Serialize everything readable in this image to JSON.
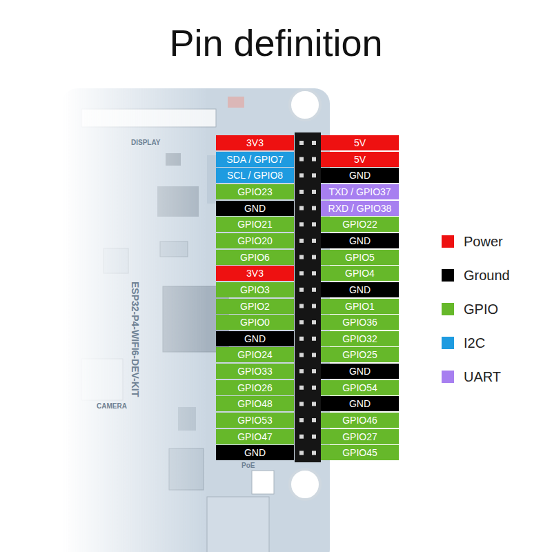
{
  "diagram": {
    "title": "Pin definition",
    "nodes": [
      {
        "text": [
          "3V3"
        ]
      },
      {
        "text": [
          "5V"
        ]
      },
      {
        "text": [
          "SDA / GPIO7"
        ]
      },
      {
        "text": [
          "5V"
        ]
      },
      {
        "text": [
          "SCL / GPIO8"
        ]
      },
      {
        "text": [
          "GND"
        ]
      },
      {
        "text": [
          "GPIO23"
        ]
      },
      {
        "text": [
          "TXD / GPIO37"
        ]
      },
      {
        "text": [
          "GND"
        ]
      },
      {
        "text": [
          "RXD / GPIO38"
        ]
      },
      {
        "text": [
          "GPIO21"
        ]
      },
      {
        "text": [
          "GPIO22"
        ]
      },
      {
        "text": [
          "GPIO20"
        ]
      },
      {
        "text": [
          "GND"
        ]
      },
      {
        "text": [
          "GPIO6"
        ]
      },
      {
        "text": [
          "GPIO5"
        ]
      },
      {
        "text": [
          "3V3"
        ]
      },
      {
        "text": [
          "GPIO4"
        ]
      },
      {
        "text": [
          "GPIO3"
        ]
      },
      {
        "text": [
          "GND"
        ]
      },
      {
        "text": [
          "GPIO2"
        ]
      },
      {
        "text": [
          "GPIO1"
        ]
      },
      {
        "text": [
          "GPIO0"
        ]
      },
      {
        "text": [
          "GPIO36"
        ]
      },
      {
        "text": [
          "GND"
        ]
      },
      {
        "text": [
          "GPIO32"
        ]
      },
      {
        "text": [
          "GPIO24"
        ]
      },
      {
        "text": [
          "GPIO25"
        ]
      },
      {
        "text": [
          "GPIO33"
        ]
      },
      {
        "text": [
          "GND"
        ]
      },
      {
        "text": [
          "GPIO26"
        ]
      },
      {
        "text": [
          "GPIO54"
        ]
      },
      {
        "text": [
          "GPIO48"
        ]
      },
      {
        "text": [
          "GND"
        ]
      },
      {
        "text": [
          "GPIO53"
        ]
      },
      {
        "text": [
          "GPIO46"
        ]
      },
      {
        "text": [
          "GPIO47"
        ]
      },
      {
        "text": [
          "GPIO27"
        ]
      },
      {
        "text": [
          "GND"
        ]
      },
      {
        "text": [
          "GPIO45"
        ]
      }
    ],
    "labels": [
      "DISPLAY",
      "ESP32-P4-WIFI6-DEV-KIT",
      "CAMERA",
      "PoE"
    ],
    "legend": [
      {
        "text": "Power",
        "color": "#ee1111"
      },
      {
        "text": "Ground",
        "color": "#000000"
      },
      {
        "text": "GPIO",
        "color": "#66b82a"
      },
      {
        "text": "I2C",
        "color": "#1e9be0"
      },
      {
        "text": "UART",
        "color": "#a77ff0"
      }
    ]
  }
}
